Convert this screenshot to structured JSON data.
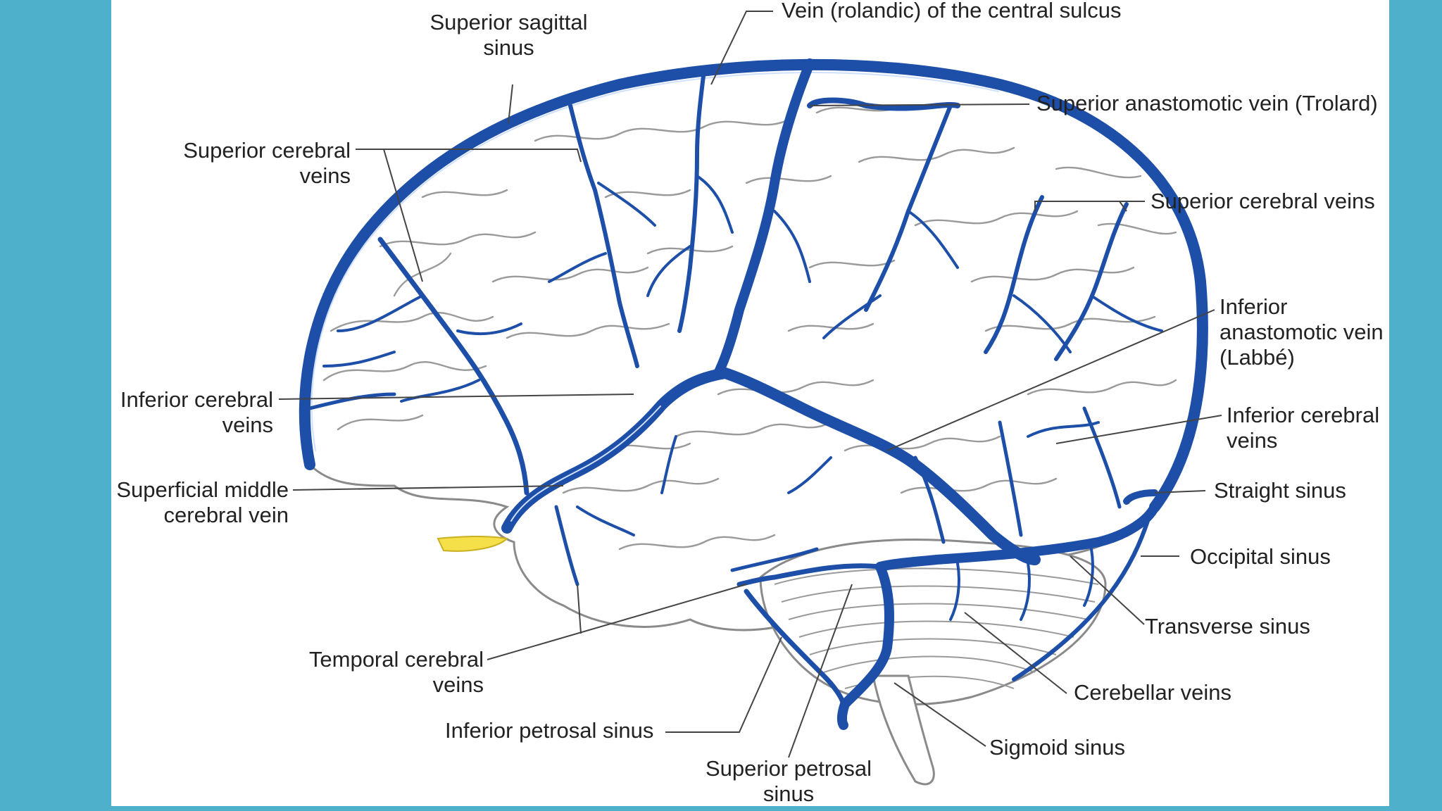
{
  "colors": {
    "background": "#4fb0cc",
    "vein": "#1d4fa8",
    "panel": "#ffffff",
    "optic_nerve": "#f5e04a"
  },
  "labels": {
    "superior_sagittal_sinus": [
      "Superior sagittal",
      "sinus"
    ],
    "vein_central_sulcus": "Vein (rolandic) of the central sulcus",
    "superior_anastomotic": "Superior anastomotic vein (Trolard)",
    "superior_cerebral_left": [
      "Superior cerebral",
      "veins"
    ],
    "superior_cerebral_right": "Superior cerebral veins",
    "inferior_anastomotic": [
      "Inferior",
      "anastomotic vein",
      "(Labbé)"
    ],
    "inferior_cerebral_left": [
      "Inferior cerebral",
      "veins"
    ],
    "inferior_cerebral_right": [
      "Inferior cerebral",
      "veins"
    ],
    "superficial_middle": [
      "Superficial middle",
      "cerebral vein"
    ],
    "straight_sinus": "Straight sinus",
    "occipital_sinus": "Occipital sinus",
    "transverse_sinus": "Transverse sinus",
    "temporal_cerebral": [
      "Temporal cerebral",
      "veins"
    ],
    "cerebellar_veins": "Cerebellar veins",
    "inferior_petrosal": "Inferior petrosal sinus",
    "sigmoid_sinus": "Sigmoid sinus",
    "superior_petrosal": [
      "Superior petrosal",
      "sinus"
    ]
  }
}
